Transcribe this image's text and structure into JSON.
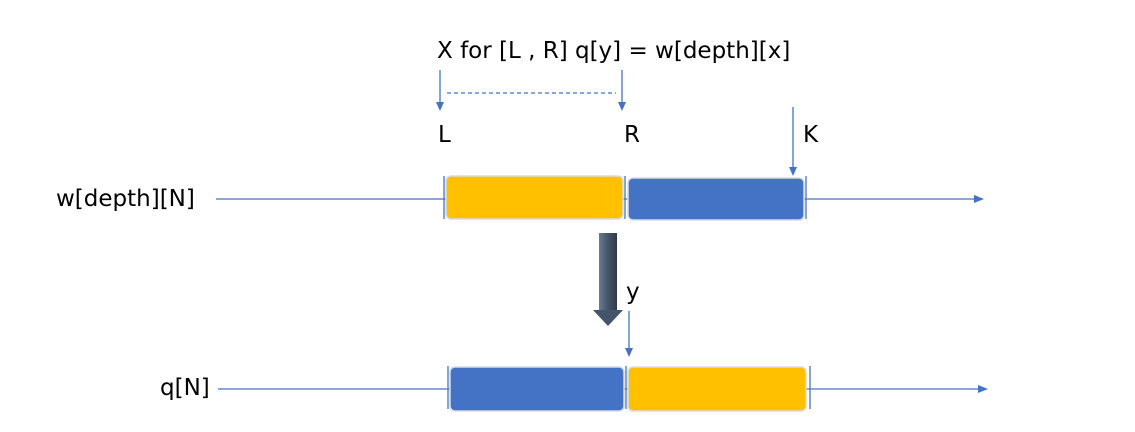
{
  "caption": "X for [L , R] q[y] = w[depth][x]",
  "labels": {
    "l": "L",
    "r": "R",
    "k": "K",
    "y": "y"
  },
  "arrays": {
    "source": {
      "name": "w[depth][N]",
      "segments": [
        {
          "role": "range-l-r",
          "color": "#FFC000"
        },
        {
          "role": "range-r-k",
          "color": "#4472C4"
        }
      ]
    },
    "target": {
      "name": "q[N]",
      "segments": [
        {
          "role": "moved-from-r-k",
          "color": "#4472C4"
        },
        {
          "role": "moved-from-l-r",
          "color": "#FFC000"
        }
      ]
    }
  },
  "colors": {
    "line": "#4472C4",
    "down_arrow": "#44546A",
    "bar_border": "#D6DCE5",
    "text": "#000000"
  }
}
